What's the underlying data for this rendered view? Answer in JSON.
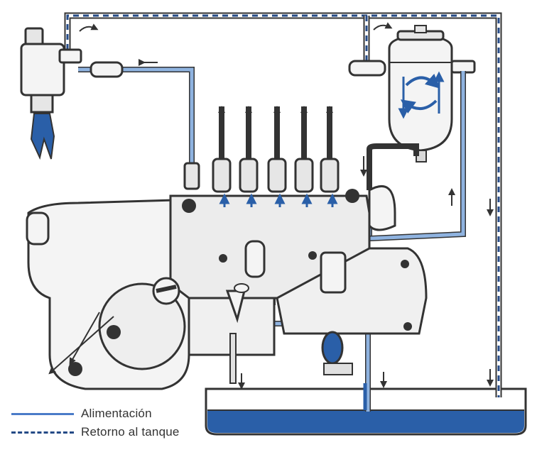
{
  "legend": [
    {
      "label": "Alimentación",
      "style": "solid",
      "color": "#4a7bc8"
    },
    {
      "label": "Retorno al tanque",
      "style": "dashed",
      "color": "#244a86"
    }
  ],
  "colors": {
    "feed_line": "#8fb3e0",
    "return_line": "#244a86",
    "fuel": "#2a5fa8",
    "outline": "#333333",
    "fill_light": "#f4f4f4",
    "fill_mid": "#d9d9d9"
  }
}
